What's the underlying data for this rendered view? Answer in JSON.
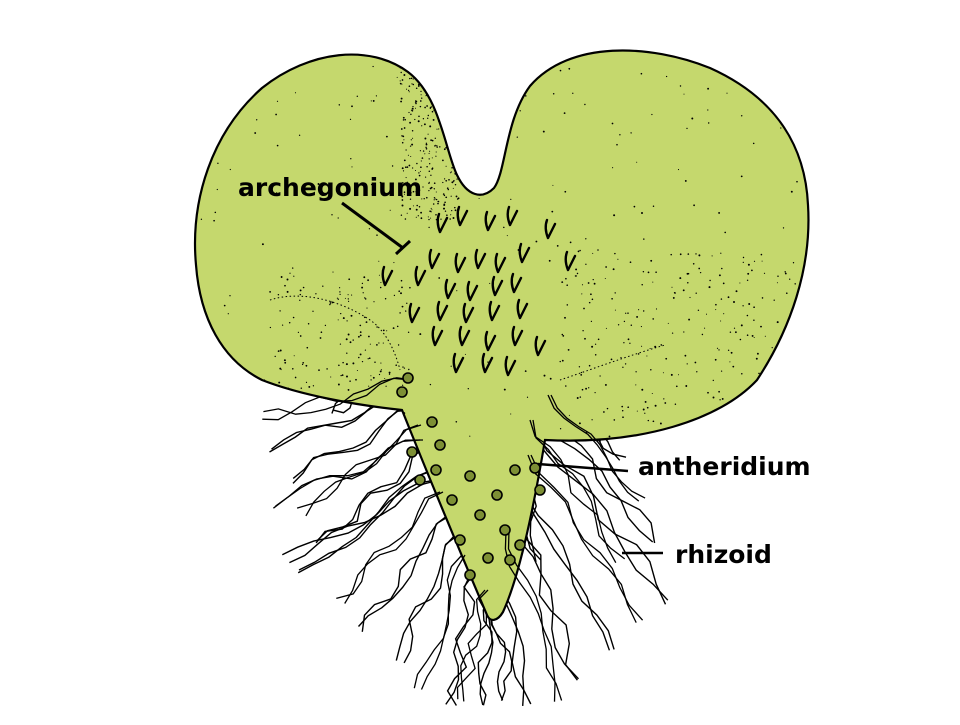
{
  "colors": {
    "background": "#ffffff",
    "thallus_fill": "#c5d86d",
    "outline": "#000000",
    "rhizoid": "#000000"
  },
  "labels": {
    "archegonium": "archegonium",
    "antheridium": "antheridium",
    "rhizoid": "rhizoid"
  },
  "icons": {
    "thallus": "fern-prothallus-illustration",
    "rhizoids": "rhizoid-hair-strands",
    "archegonia": "archegonium-necks",
    "antheridia": "antheridium-dots"
  }
}
